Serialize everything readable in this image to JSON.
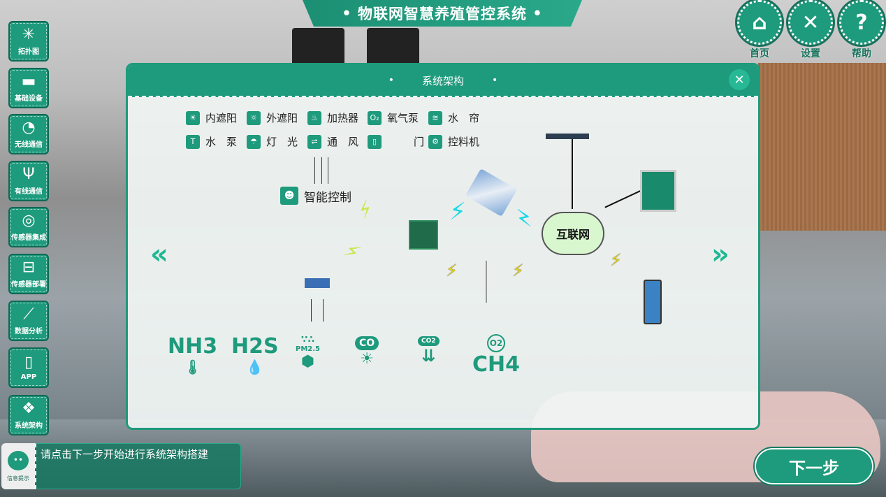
{
  "app_title": "物联网智慧养殖管控系统",
  "top_nav": [
    {
      "label": "首页",
      "icon": "home-icon"
    },
    {
      "label": "设置",
      "icon": "tools-icon"
    },
    {
      "label": "帮助",
      "icon": "help-icon"
    }
  ],
  "sidebar": [
    {
      "label": "拓扑图",
      "icon": "topology-icon"
    },
    {
      "label": "基础设备",
      "icon": "device-icon"
    },
    {
      "label": "无线通信",
      "icon": "wireless-icon"
    },
    {
      "label": "有线通信",
      "icon": "wired-icon"
    },
    {
      "label": "传感器集成",
      "icon": "sensor-integration-icon"
    },
    {
      "label": "传感器部署",
      "icon": "sensor-deploy-icon"
    },
    {
      "label": "数据分析",
      "icon": "chart-icon"
    },
    {
      "label": "APP",
      "icon": "phone-icon"
    },
    {
      "label": "系统架构",
      "icon": "architecture-icon"
    }
  ],
  "panel": {
    "title": "系统架构",
    "devices_row1": [
      {
        "label": "内遮阳",
        "glyph": "☀"
      },
      {
        "label": "外遮阳",
        "glyph": "☼"
      },
      {
        "label": "加热器",
        "glyph": "♨"
      },
      {
        "label": "氧气泵",
        "glyph": "O₂"
      },
      {
        "label": "水　帘",
        "glyph": "≋"
      }
    ],
    "devices_row2": [
      {
        "label": "水　泵",
        "glyph": "T"
      },
      {
        "label": "灯　光",
        "glyph": "☂"
      },
      {
        "label": "通　风",
        "glyph": "⇌"
      },
      {
        "label": "门",
        "glyph": "▯"
      },
      {
        "label": "控料机",
        "glyph": "⚙"
      }
    ],
    "smart_control": "智能控制",
    "internet": "互联网",
    "sensors": [
      {
        "label": "NH3",
        "sub": "🌡"
      },
      {
        "label": "H2S",
        "sub": "💧"
      },
      {
        "label": "PM2.5",
        "sub": "⬢"
      },
      {
        "label": "CO",
        "sub": "☀"
      },
      {
        "label": "CO2",
        "sub": "⇊"
      },
      {
        "label": "O2",
        "sub": "CH4"
      }
    ]
  },
  "info": {
    "label": "信息提示",
    "message": "请点击下一步开始进行系统架构搭建"
  },
  "next_button": "下一步"
}
